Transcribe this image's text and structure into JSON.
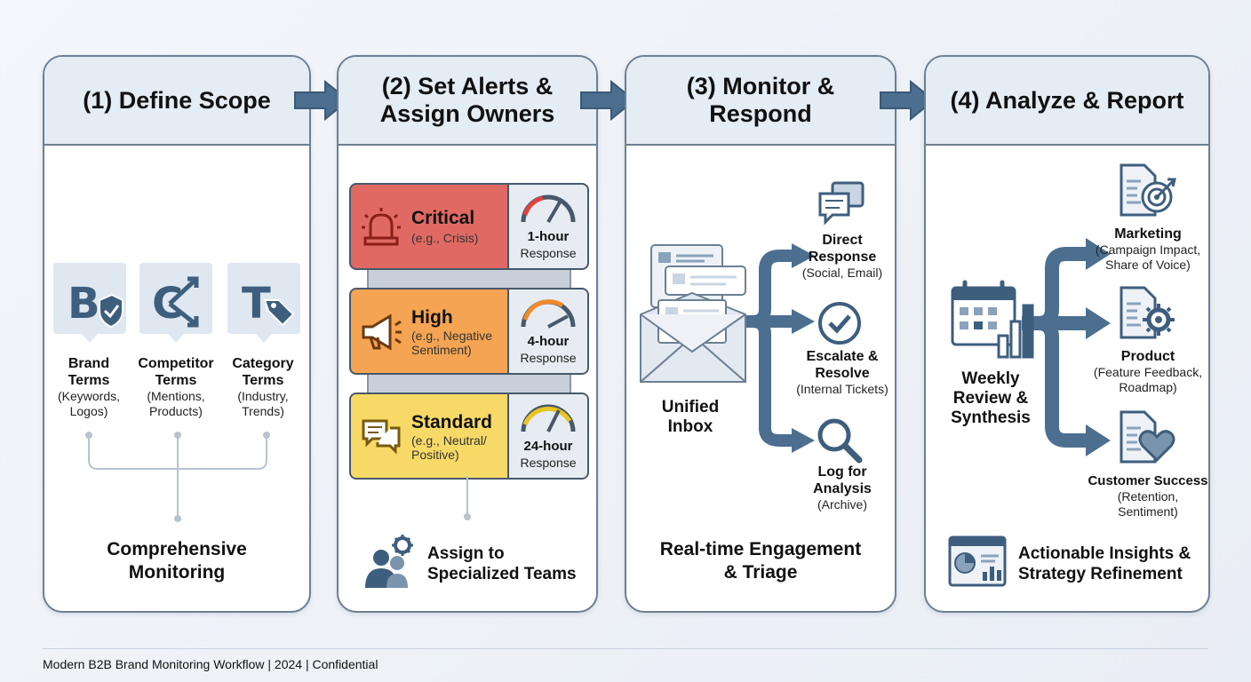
{
  "steps": [
    {
      "title": "(1) Define Scope"
    },
    {
      "title": "(2) Set Alerts &\nAssign Owners"
    },
    {
      "title": "(3) Monitor &\nRespond"
    },
    {
      "title": "(4) Analyze & Report"
    }
  ],
  "scope": {
    "items": [
      {
        "name": "Brand\nTerms",
        "detail": "(Keywords,\nLogos)",
        "icon": "brand-shield-icon"
      },
      {
        "name": "Competitor\nTerms",
        "detail": "(Mentions,\nProducts)",
        "icon": "competitor-arrows-icon"
      },
      {
        "name": "Category\nTerms",
        "detail": "(Industry,\nTrends)",
        "icon": "category-tag-icon"
      }
    ],
    "summary": "Comprehensive\nMonitoring"
  },
  "alerts": {
    "tiers": [
      {
        "name": "Critical",
        "example": "(e.g., Crisis)",
        "time": "1-hour",
        "response": "Response",
        "color": "#e06a63",
        "icon": "siren-icon"
      },
      {
        "name": "High",
        "example": "(e.g., Negative\nSentiment)",
        "time": "4-hour",
        "response": "Response",
        "color": "#f4a452",
        "icon": "megaphone-icon"
      },
      {
        "name": "Standard",
        "example": "(e.g., Neutral/\nPositive)",
        "time": "24-hour",
        "response": "Response",
        "color": "#f7d967",
        "icon": "chat-icon"
      }
    ],
    "summary": "Assign to\nSpecialized Teams"
  },
  "monitor": {
    "inbox": "Unified\nInbox",
    "actions": [
      {
        "name": "Direct\nResponse",
        "detail": "(Social, Email)",
        "icon": "chat-bubbles-icon"
      },
      {
        "name": "Escalate &\nResolve",
        "detail": "(Internal Tickets)",
        "icon": "check-circle-icon"
      },
      {
        "name": "Log for\nAnalysis",
        "detail": "(Archive)",
        "icon": "magnifier-icon"
      }
    ],
    "summary": "Real-time Engagement\n& Triage"
  },
  "report": {
    "review": "Weekly\nReview &\nSynthesis",
    "outputs": [
      {
        "name": "Marketing",
        "detail": "(Campaign Impact,\nShare of Voice)",
        "icon": "target-doc-icon"
      },
      {
        "name": "Product",
        "detail": "(Feature Feedback,\nRoadmap)",
        "icon": "gear-doc-icon"
      },
      {
        "name": "Customer Success",
        "detail": "(Retention,\nSentiment)",
        "icon": "heart-doc-icon"
      }
    ],
    "summary": "Actionable Insights &\nStrategy Refinement"
  },
  "footer": "Modern B2B Brand Monitoring Workflow | 2024 | Confidential",
  "colors": {
    "border": "#6d7f92",
    "arrow": "#4c6f90",
    "header": "#e4ecf4",
    "icon": "#3e5e7e"
  }
}
